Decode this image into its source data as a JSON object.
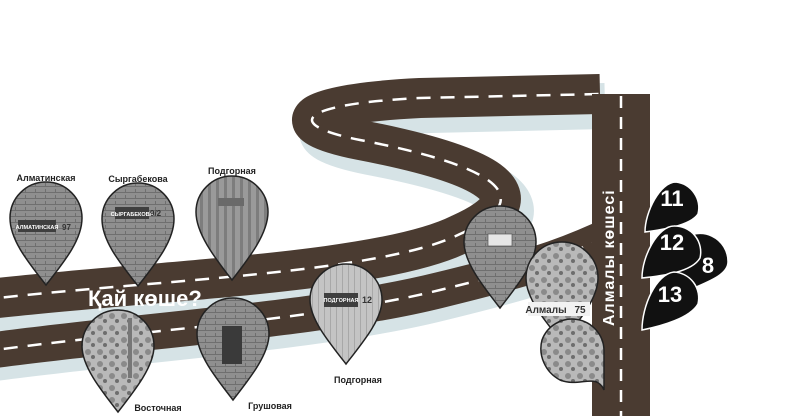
{
  "title": "Қай көше?",
  "street_name": "Алмалы көшесі",
  "pins": [
    {
      "label": "Алматинская",
      "sign": "АЛМАТИНСКАЯ",
      "number": "97"
    },
    {
      "label": "Сыргабекова",
      "sign": "СЫРГАБЕКОВА",
      "number": "9/2"
    },
    {
      "label": "Подгорная",
      "sign": "",
      "number": ""
    },
    {
      "label": "Восточная",
      "sign": "",
      "number": ""
    },
    {
      "label": "Грушовая",
      "sign": "",
      "number": ""
    },
    {
      "label": "Подгорная",
      "sign": "ПОДГОРНАЯ",
      "number": "12"
    }
  ],
  "almaly_sign": {
    "text": "Алмалы",
    "number": "75"
  },
  "house_numbers": [
    "11",
    "12",
    "8",
    "13"
  ],
  "colors": {
    "road": "#4a3b31",
    "shadow": "#d6e3e6",
    "marking": "#ffffff",
    "marker": "#111111"
  }
}
